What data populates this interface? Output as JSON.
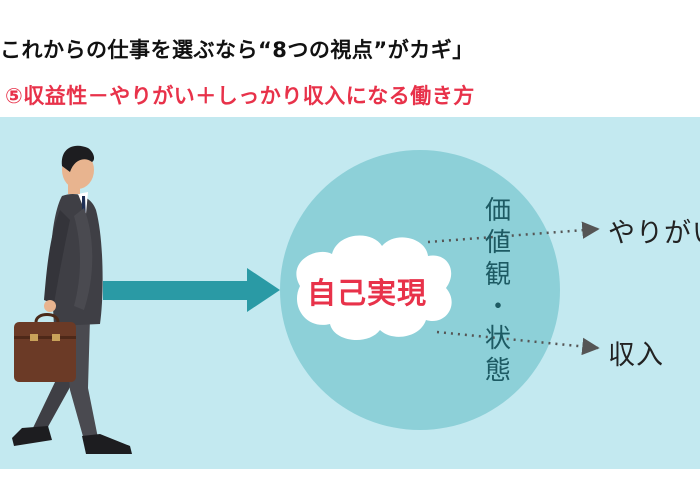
{
  "header": {
    "title": "これからの仕事を選ぶなら“8つの視点”がカギ」",
    "subtitle": "⑤収益性－やりがい＋しっかり収入になる働き方"
  },
  "diagram": {
    "cloud_text": "自己実現",
    "circle_text_chars": [
      "価",
      "値",
      "観",
      "・",
      "状",
      "態"
    ],
    "label_top": "やりがい",
    "label_bottom": "収入"
  },
  "colors": {
    "accent_red": "#e8324a",
    "panel_bg": "#c3e9f0",
    "circle": "#8dd0d8",
    "arrow": "#2a9aa5",
    "suit": "#3f3f45"
  },
  "icons": [
    "walking-businessman-illustration",
    "briefcase-icon",
    "cloud-shape",
    "dotted-arrow"
  ]
}
